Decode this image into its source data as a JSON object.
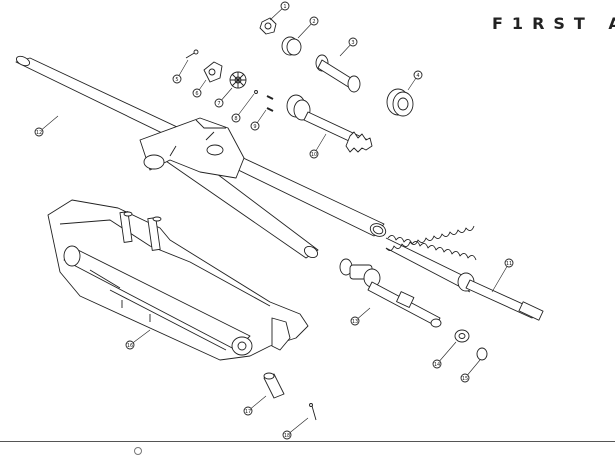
{
  "brand": "F1RST A",
  "callouts": [
    "1",
    "2",
    "3",
    "4",
    "5",
    "6",
    "7",
    "8",
    "9",
    "10",
    "11",
    "12",
    "13",
    "14",
    "15",
    "16",
    "17",
    "18"
  ],
  "colors": {
    "line": "#222222",
    "part_fill": "#ffffff",
    "rule": "#555555"
  }
}
